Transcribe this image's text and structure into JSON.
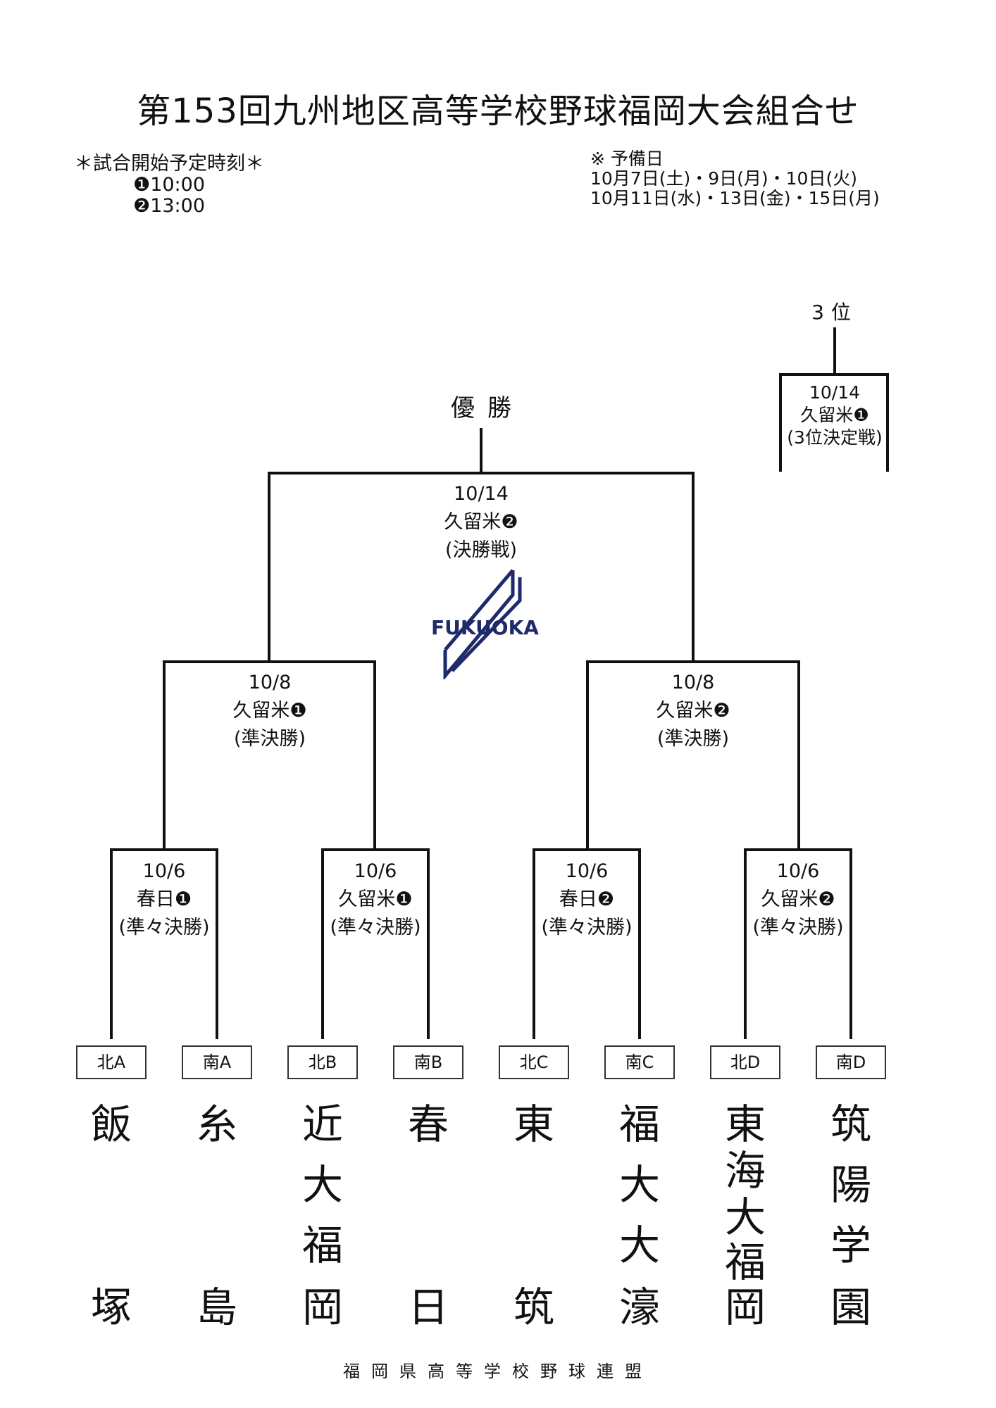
{
  "title": "第153回九州地区高等学校野球福岡大会組合せ",
  "start_times": {
    "heading": "＊試合開始予定時刻＊",
    "slot1": "❶10:00",
    "slot2": "❷13:00"
  },
  "reserve_days": {
    "heading": "※ 予備日",
    "line1": "10月7日(土)・9日(月)・10日(火)",
    "line2": "10月11日(水)・13日(金)・15日(月)"
  },
  "champion_label": "優勝",
  "third_place_label": "3位",
  "matches": {
    "third_place": {
      "date": "10/14",
      "venue": "久留米❶",
      "round": "(3位決定戦)"
    },
    "final": {
      "date": "10/14",
      "venue": "久留米❷",
      "round": "(決勝戦)"
    },
    "semi_left": {
      "date": "10/8",
      "venue": "久留米❶",
      "round": "(準決勝)"
    },
    "semi_right": {
      "date": "10/8",
      "venue": "久留米❷",
      "round": "(準決勝)"
    },
    "qf1": {
      "date": "10/6",
      "venue": "春日❶",
      "round": "(準々決勝)"
    },
    "qf2": {
      "date": "10/6",
      "venue": "久留米❶",
      "round": "(準々決勝)"
    },
    "qf3": {
      "date": "10/6",
      "venue": "春日❷",
      "round": "(準々決勝)"
    },
    "qf4": {
      "date": "10/6",
      "venue": "久留米❷",
      "round": "(準々決勝)"
    }
  },
  "logo_text": "FUKUOKA",
  "teams": [
    {
      "seed": "北A",
      "chars": [
        "飯",
        "塚"
      ]
    },
    {
      "seed": "南A",
      "chars": [
        "糸",
        "島"
      ]
    },
    {
      "seed": "北B",
      "chars": [
        "近",
        "大",
        "福",
        "岡"
      ]
    },
    {
      "seed": "南B",
      "chars": [
        "春",
        "日"
      ]
    },
    {
      "seed": "北C",
      "chars": [
        "東",
        "筑"
      ]
    },
    {
      "seed": "南C",
      "chars": [
        "福",
        "大",
        "大",
        "濠"
      ]
    },
    {
      "seed": "北D",
      "chars": [
        "東",
        "海",
        "大",
        "福",
        "岡"
      ]
    },
    {
      "seed": "南D",
      "chars": [
        "筑",
        "陽",
        "学",
        "園"
      ]
    }
  ],
  "footer": "福岡県高等学校野球連盟",
  "colors": {
    "line": "#111111",
    "logo": "#1f2a6b"
  }
}
